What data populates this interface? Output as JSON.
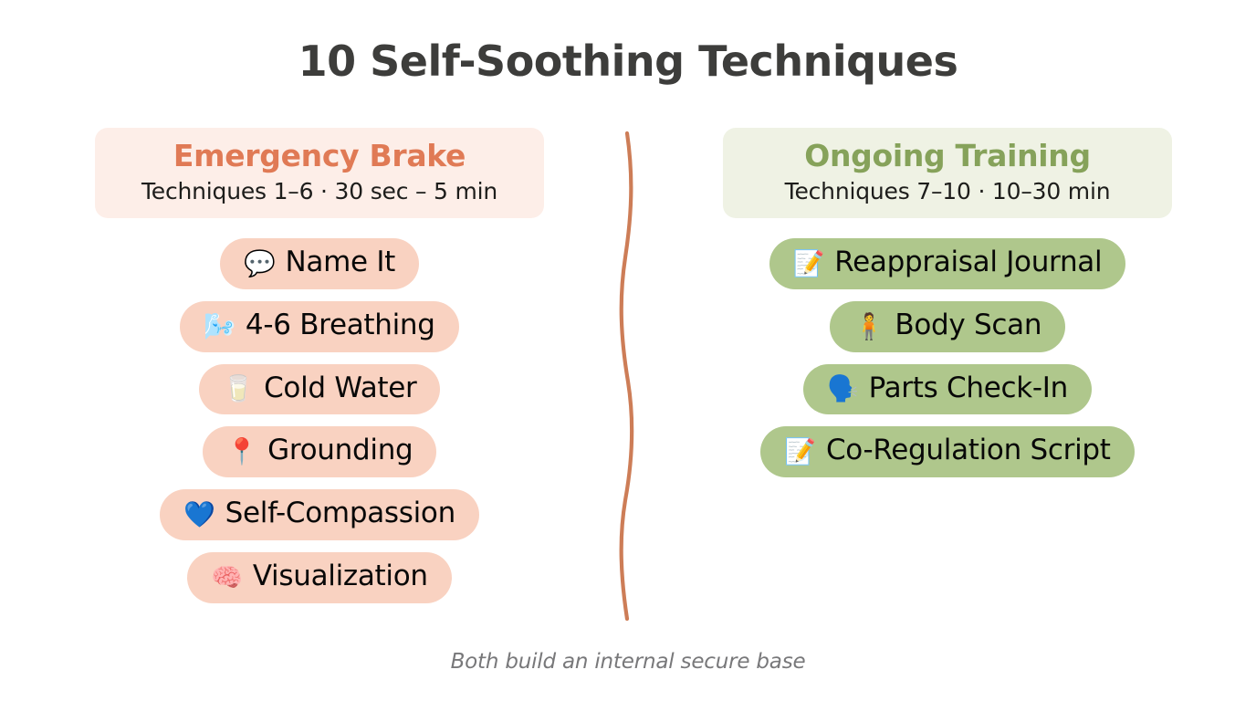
{
  "title": "10 Self-Soothing Techniques",
  "title_color": "#3d3d3b",
  "divider": {
    "name": "wavy-divider",
    "color": "#cd7d57"
  },
  "columns": {
    "left": {
      "heading": "Emergency Brake",
      "heading_color": "#e07a55",
      "subtitle": "Techniques 1–6 · 30 sec – 5 min",
      "header_bg": "#fdeee8",
      "pill_bg": "#f9d2c1",
      "items": [
        {
          "icon": "💬",
          "icon_name": "speech-balloon-icon",
          "label": "Name It"
        },
        {
          "icon": "🌬️",
          "icon_name": "wind-face-icon",
          "label": "4-6 Breathing"
        },
        {
          "icon": "🥛",
          "icon_name": "glass-of-water-icon",
          "label": "Cold Water"
        },
        {
          "icon": "📍",
          "icon_name": "round-pushpin-icon",
          "label": "Grounding"
        },
        {
          "icon": "💙",
          "icon_name": "blue-heart-icon",
          "label": "Self-Compassion"
        },
        {
          "icon": "🧠",
          "icon_name": "head-with-brain-icon",
          "label": "Visualization"
        }
      ]
    },
    "right": {
      "heading": "Ongoing Training",
      "heading_color": "#86a25a",
      "subtitle": "Techniques 7–10 · 10–30 min",
      "header_bg": "#eff2e4",
      "pill_bg": "#afc78c",
      "items": [
        {
          "icon": "📝",
          "icon_name": "memo-icon",
          "label": "Reappraisal Journal"
        },
        {
          "icon": "🧍",
          "icon_name": "standing-person-icon",
          "label": "Body Scan"
        },
        {
          "icon": "🗣️",
          "icon_name": "head-with-gear-icon",
          "label": "Parts Check-In"
        },
        {
          "icon": "📝",
          "icon_name": "memo-icon",
          "label": "Co-Regulation Script"
        }
      ]
    }
  },
  "footer": "Both build an internal secure base"
}
